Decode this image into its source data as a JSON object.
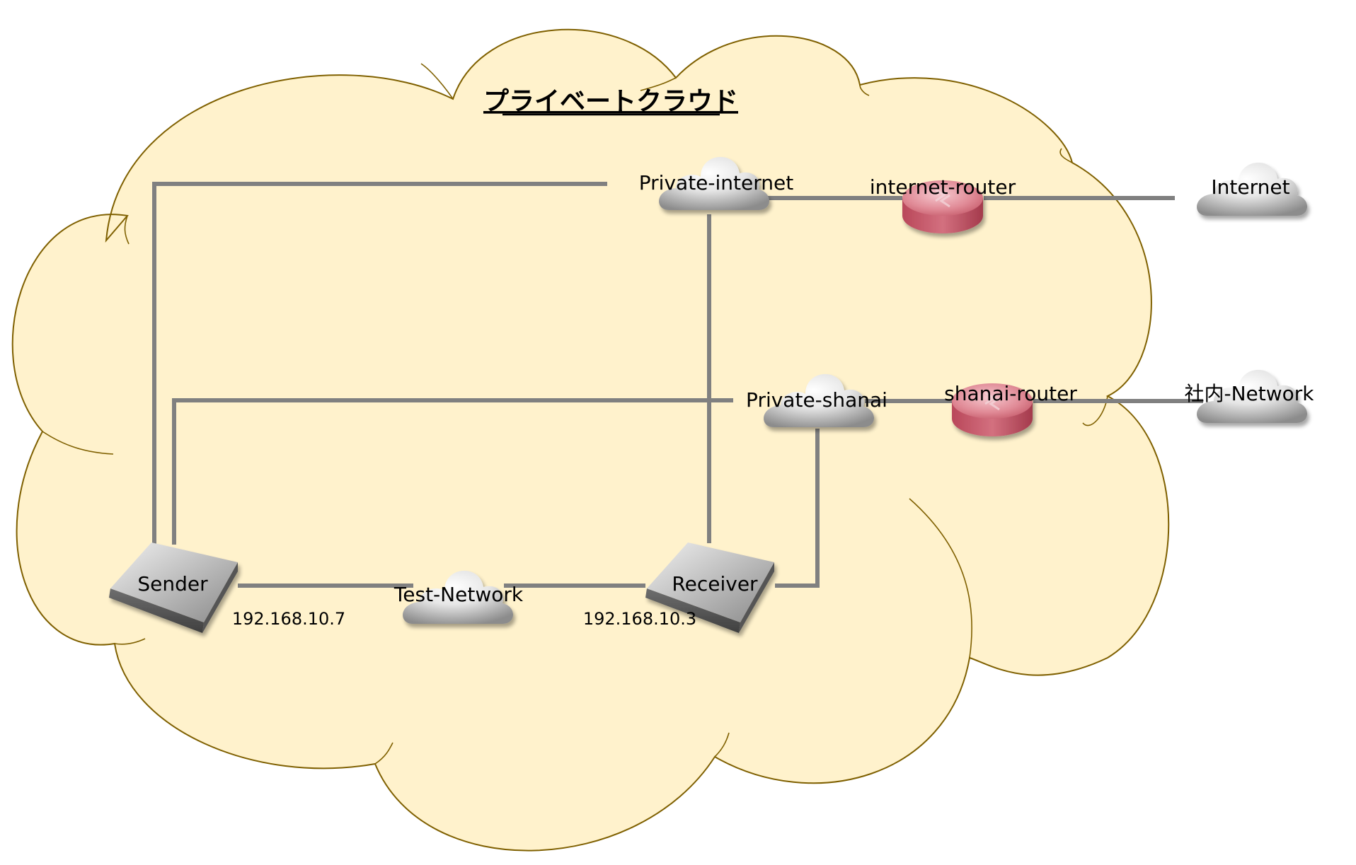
{
  "title": "プライベートクラウド",
  "networks": {
    "private_internet": "Private-internet",
    "private_shanai": "Private-shanai",
    "test_network": "Test-Network",
    "internet": "Internet",
    "shanai_network": "社内-Network"
  },
  "routers": {
    "internet_router": "internet-router",
    "shanai_router": "shanai-router"
  },
  "hosts": {
    "sender": {
      "label": "Sender",
      "ip": "192.168.10.7"
    },
    "receiver": {
      "label": "Receiver",
      "ip": "192.168.10.3"
    }
  },
  "colors": {
    "cloud_fill": "#FFF2CC",
    "cloud_stroke": "#7F6000",
    "link": "#808080",
    "router": "#D9707E",
    "host": "#9A9A9A"
  }
}
